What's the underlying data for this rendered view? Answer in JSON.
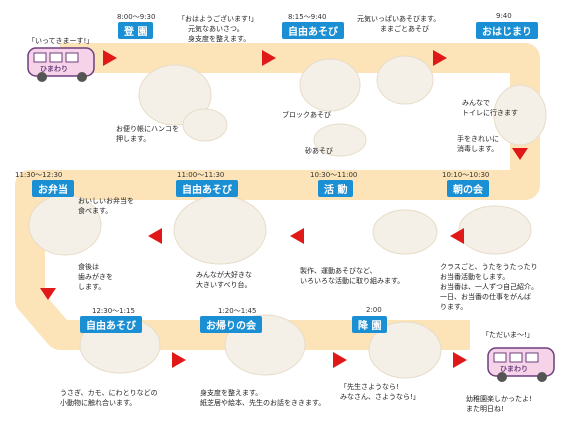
{
  "stages": [
    {
      "time": "8:00～9:30",
      "label": "登 園",
      "texts": [
        "「おはようございます!」",
        "元気なあいさつ。",
        "身支度を整えます。"
      ],
      "extra": [
        "お便り帳にハンコを",
        "押します。"
      ]
    },
    {
      "time": "8:15～9:40",
      "label": "自由あそび",
      "texts": [
        "元気いっぱいあそびます。",
        "ままごとあそび"
      ],
      "extra": [
        "ブロックあそび",
        "砂あそび"
      ]
    },
    {
      "time": "9:40",
      "label": "おはじまり",
      "texts": [
        "みんなで",
        "トイレに行きます"
      ],
      "extra": [
        "手をきれいに",
        "消毒します。"
      ]
    },
    {
      "time": "10:10～10:30",
      "label": "朝の会",
      "texts": [
        "クラスごと、うたをうたったり",
        "お当番活動をします。",
        "お当番は、一人ずつ自己紹介。",
        "一日、お当番の仕事をがんば",
        "ります。"
      ]
    },
    {
      "time": "10:30～11:00",
      "label": "活 動",
      "texts": [
        "製作、運動あそびなど、",
        "いろいろな活動に取り組みます。"
      ]
    },
    {
      "time": "11:00～11:30",
      "label": "自由あそび",
      "texts": [
        "みんなが大好きな",
        "大きいすべり台。"
      ]
    },
    {
      "time": "11:30～12:30",
      "label": "お弁当",
      "texts": [
        "おいしいお弁当を",
        "食べます。"
      ],
      "extra": [
        "食後は",
        "歯みがきを",
        "します。"
      ]
    },
    {
      "time": "12:30～1:15",
      "label": "自由あそび",
      "texts": [
        "うさぎ、カモ、にわとりなどの",
        "小動物に触れ合います。"
      ]
    },
    {
      "time": "1:20～1:45",
      "label": "お帰りの会",
      "texts": [
        "身支度を整えます。",
        "紙芝居や絵本、先生のお話をききます。"
      ]
    },
    {
      "time": "2:00",
      "label": "降 園",
      "texts": [
        "「先生さようなら!",
        "みなさん、さようなら!」"
      ],
      "extra": [
        "幼稚園楽しかったよ!",
        "また明日ね!"
      ]
    }
  ],
  "bus": {
    "label": "ひまわり",
    "start_quote": "「いってきまーす!」",
    "end_quote": "「ただいま～!」"
  },
  "colors": {
    "path": "#fce3b8",
    "arrow": "#e01818",
    "label_bg": "#1a8fd4",
    "bus_body": "#f7d3ea",
    "bus_outline": "#6b3f7d"
  }
}
